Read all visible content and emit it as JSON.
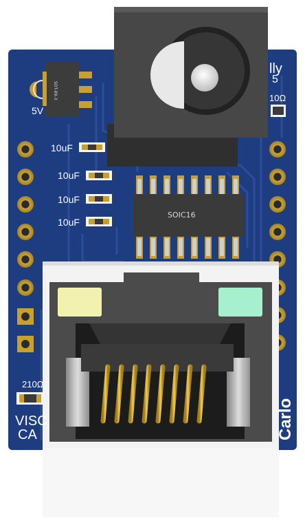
{
  "board": {
    "label_5v": "5V",
    "cap_labels": [
      "10uF",
      "10uF",
      "10uF",
      "10uF"
    ],
    "ic_label": "SOIC16",
    "regulator_label": "SOT-89-3",
    "left_bottom_resistor": "210Ω",
    "right_top_resistor": "10Ω",
    "right_top_text": [
      "lly",
      "5"
    ],
    "left_bottom_text": [
      "VISC",
      "CA"
    ],
    "right_edge_text": "Carlo"
  },
  "colors": {
    "pcb": "#1e3c80",
    "pcb_dark": "#172f68",
    "pad_gold": "#c9a02c",
    "jack_body": "#454545",
    "rj45_shell": "#f0f0f0",
    "led_yellow": "#f3f1b0",
    "led_green": "#a6f0cf"
  }
}
